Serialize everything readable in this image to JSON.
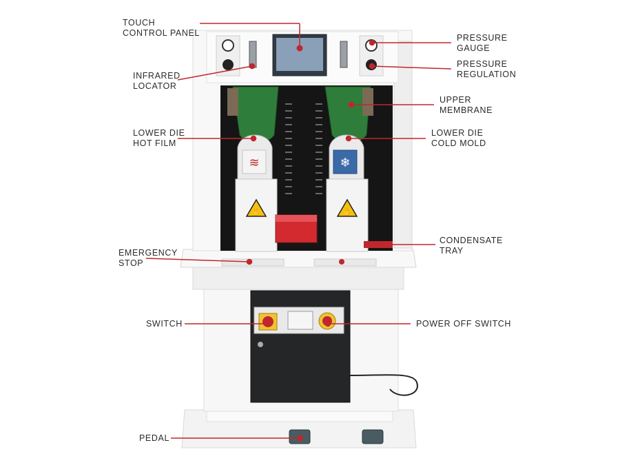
{
  "accent_color": "#c0272d",
  "labels": {
    "touch_control_panel": [
      "TOUCH",
      "CONTROL PANEL"
    ],
    "infrared_locator": [
      "INFRARED",
      "LOCATOR"
    ],
    "lower_die_hot_film": [
      "LOWER DIE",
      "HOT FILM"
    ],
    "emergency_stop": [
      "EMERGENCY",
      "STOP"
    ],
    "switch": [
      "SWITCH"
    ],
    "pedal": [
      "PEDAL"
    ],
    "pressure_gauge": [
      "PRESSURE",
      "GAUGE"
    ],
    "pressure_regulation": [
      "PRESSURE",
      "REGULATION"
    ],
    "upper_membrane": [
      "UPPER",
      "MEMBRANE"
    ],
    "lower_die_cold_mold": [
      "LOWER DIE",
      "COLD MOLD"
    ],
    "condensate_tray": [
      "CONDENSATE",
      "TRAY"
    ],
    "power_off_switch": [
      "POWER OFF SWITCH"
    ]
  },
  "icons": {
    "hot_die_symbol": "heat-wave-icon",
    "cold_die_symbol": "snowflake-icon",
    "warning_symbol": "hand-crush-warning-icon"
  }
}
